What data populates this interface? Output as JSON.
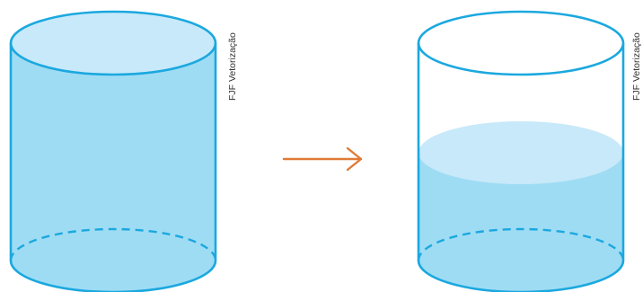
{
  "credits": {
    "left": "FJF Vetorização",
    "right": "FJF Vetorização"
  },
  "colors": {
    "outline": "#1ba8df",
    "water_body": "#9edcf4",
    "water_surface": "#c8e9f9",
    "arrow": "#e07a36",
    "background": "#ffffff"
  },
  "cylinders": [
    {
      "state": "full",
      "fill_fraction": 1.0
    },
    {
      "state": "partially-filled",
      "fill_fraction": 0.47
    }
  ],
  "arrow": {
    "direction": "right",
    "meaning": "transition"
  }
}
